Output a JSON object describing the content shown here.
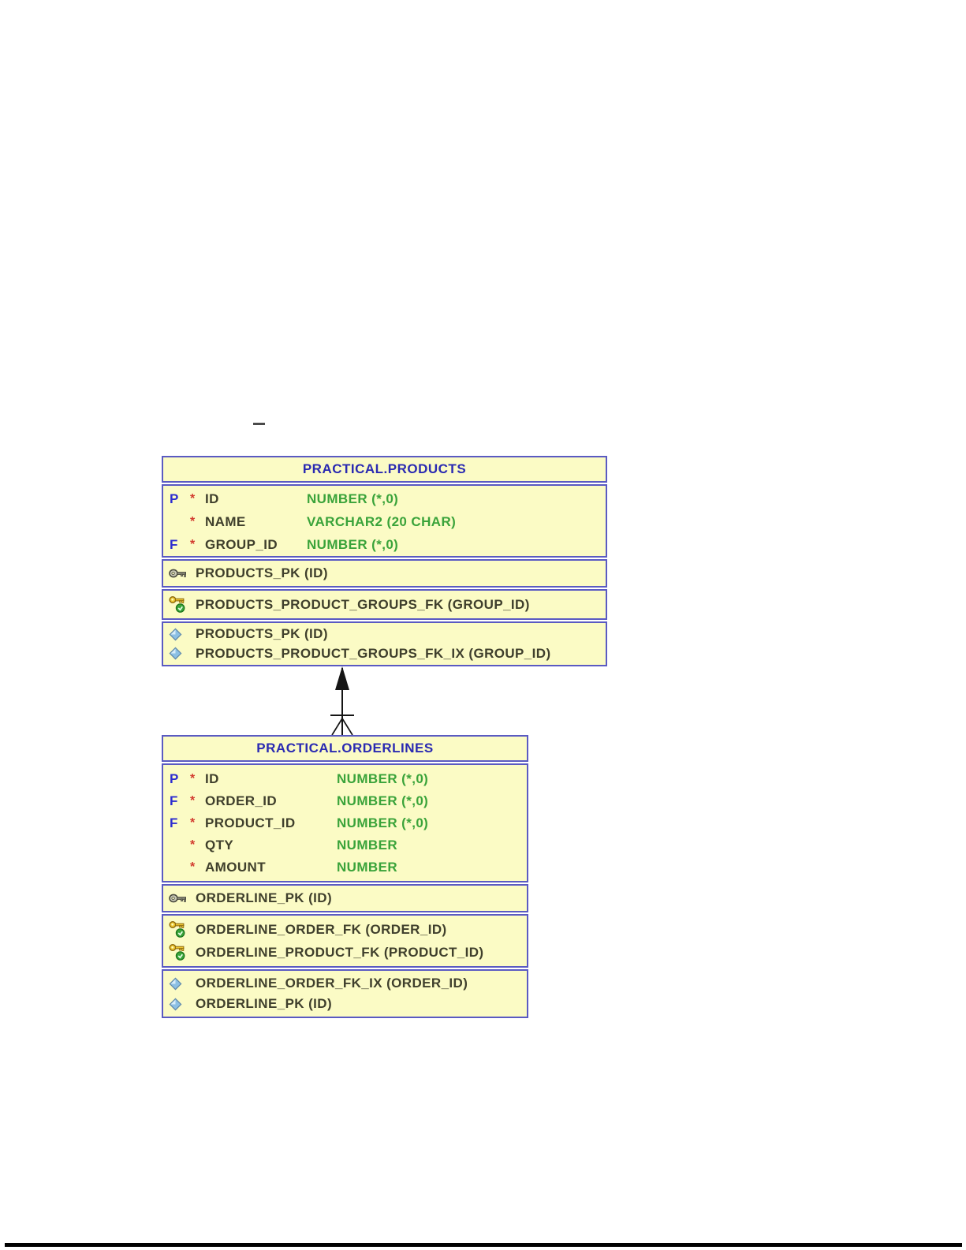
{
  "page": {
    "background": "#ffffff"
  },
  "colors": {
    "table_fill": "#fbfbc5",
    "table_border": "#5a5ac2",
    "title_text": "#2a2ab2",
    "column_text": "#3f3f2c",
    "type_text": "#3aa33a",
    "key_marker_text": "#2b2bd0",
    "required_marker_text": "#d23a2e",
    "connector_line": "#151515",
    "bottom_rule": "#000000"
  },
  "icons": {
    "primary_key": "primary-key-icon",
    "foreign_key": "foreign-key-icon",
    "index": "index-icon"
  },
  "diagram": {
    "tables": [
      {
        "title": "PRACTICAL.PRODUCTS",
        "columns": [
          {
            "key": "P",
            "required": "*",
            "name": "ID",
            "type": "NUMBER (*,0)"
          },
          {
            "key": "",
            "required": "*",
            "name": "NAME",
            "type": "VARCHAR2 (20 CHAR)"
          },
          {
            "key": "F",
            "required": "*",
            "name": "GROUP_ID",
            "type": "NUMBER (*,0)"
          }
        ],
        "primary_keys": [
          "PRODUCTS_PK (ID)"
        ],
        "foreign_keys": [
          "PRODUCTS_PRODUCT_GROUPS_FK (GROUP_ID)"
        ],
        "indexes": [
          "PRODUCTS_PK (ID)",
          "PRODUCTS_PRODUCT_GROUPS_FK_IX (GROUP_ID)"
        ]
      },
      {
        "title": "PRACTICAL.ORDERLINES",
        "columns": [
          {
            "key": "P",
            "required": "*",
            "name": "ID",
            "type": "NUMBER (*,0)"
          },
          {
            "key": "F",
            "required": "*",
            "name": "ORDER_ID",
            "type": "NUMBER (*,0)"
          },
          {
            "key": "F",
            "required": "*",
            "name": "PRODUCT_ID",
            "type": "NUMBER (*,0)"
          },
          {
            "key": "",
            "required": "*",
            "name": "QTY",
            "type": "NUMBER"
          },
          {
            "key": "",
            "required": "*",
            "name": "AMOUNT",
            "type": "NUMBER"
          }
        ],
        "primary_keys": [
          "ORDERLINE_PK (ID)"
        ],
        "foreign_keys": [
          "ORDERLINE_ORDER_FK (ORDER_ID)",
          "ORDERLINE_PRODUCT_FK (PRODUCT_ID)"
        ],
        "indexes": [
          "ORDERLINE_ORDER_FK_IX (ORDER_ID)",
          "ORDERLINE_PK (ID)"
        ]
      }
    ],
    "relationship": {
      "from_table": "PRACTICAL.ORDERLINES",
      "to_table": "PRACTICAL.PRODUCTS",
      "notation": "many-to-one, crow's foot at ORDERLINES, arrow at PRODUCTS"
    }
  }
}
